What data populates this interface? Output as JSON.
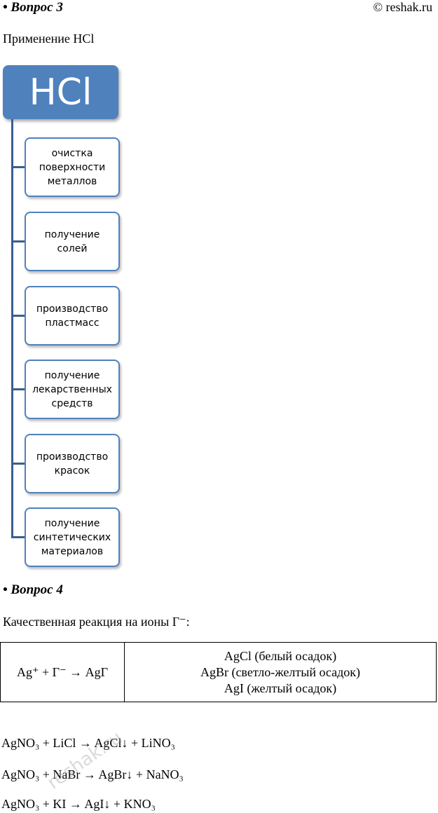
{
  "header": {
    "question3": "• Вопрос 3",
    "site": "© reshak.ru"
  },
  "section3": {
    "intro": "Применение HCl",
    "root": "HCl",
    "items": [
      "очистка\nповерхности\nметаллов",
      "получение\nсолей",
      "производство\nпластмасс",
      "получение\nлекарственных\nсредств",
      "производство\nкрасок",
      "получение\nсинтетических\nматериалов"
    ]
  },
  "section4": {
    "heading": "• Вопрос 4",
    "intro": "Качественная реакция на ионы Г⁻:",
    "table": {
      "left": "Ag⁺ + Г⁻ → AgГ",
      "right": [
        "AgCl (белый осадок)",
        "AgBr (светло-желтый осадок)",
        "AgI (желтый осадок)"
      ]
    },
    "equations": [
      "AgNO₃ + LiCl → AgCl↓ + LiNO₃",
      "AgNO₃ + NaBr → AgBr↓ + NaNO₃",
      "AgNO₃ + KI → AgI↓ + KNO₃"
    ],
    "watermark": "reshak.ru"
  }
}
